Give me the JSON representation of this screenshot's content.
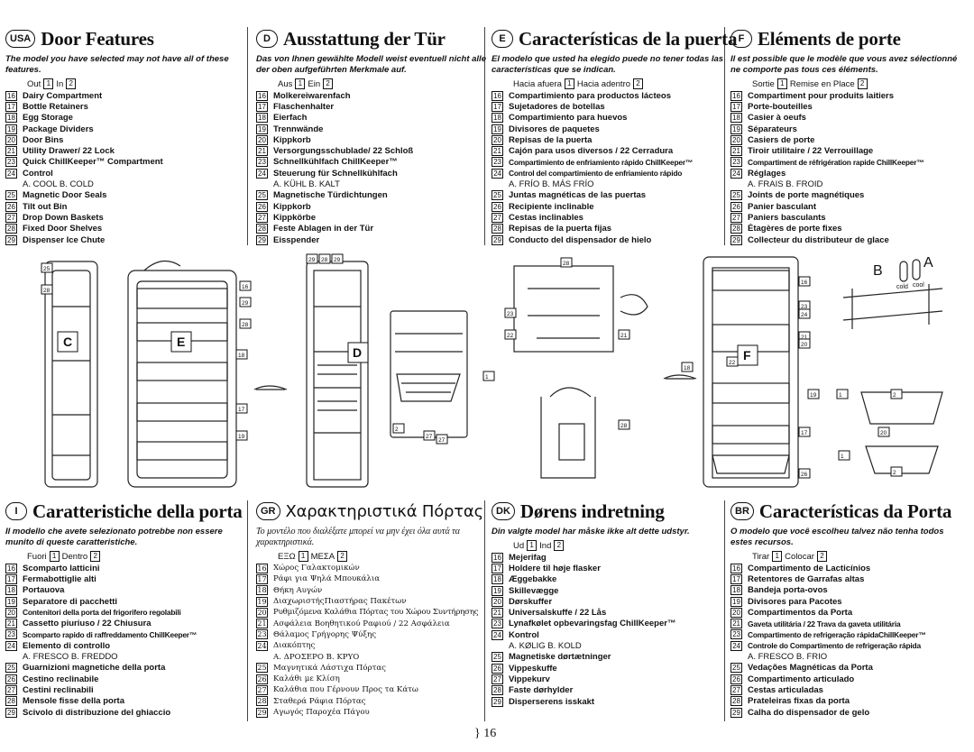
{
  "page_number": "} 16",
  "sections": {
    "usa": {
      "badge": "USA",
      "title": "Door Features",
      "subtitle": "The model you have selected may not have all of these features.",
      "outin": [
        "Out",
        "1",
        "In",
        "2"
      ],
      "items": [
        {
          "n": "16",
          "t": "Dairy Compartment"
        },
        {
          "n": "17",
          "t": "Bottle Retainers"
        },
        {
          "n": "18",
          "t": "Egg Storage"
        },
        {
          "n": "19",
          "t": "Package Dividers"
        },
        {
          "n": "20",
          "t": "Door Bins"
        },
        {
          "n": "21",
          "t": "Utility Drawer/ 22 Lock"
        },
        {
          "n": "23",
          "t": "Quick ChillKeeper™ Compartment"
        },
        {
          "n": "24",
          "t": "Control"
        },
        {
          "n": "",
          "t": "A.   COOL     B.   COLD"
        },
        {
          "n": "25",
          "t": "Magnetic Door Seals"
        },
        {
          "n": "26",
          "t": "Tilt out Bin"
        },
        {
          "n": "27",
          "t": "Drop Down Baskets"
        },
        {
          "n": "28",
          "t": "Fixed Door Shelves"
        },
        {
          "n": "29",
          "t": "Dispenser Ice Chute"
        }
      ]
    },
    "de": {
      "badge": "D",
      "title": "Ausstattung der Tür",
      "subtitle": "Das von Ihnen gewählte Modell weist eventuell nicht alle der oben aufgeführten Merkmale auf.",
      "outin": [
        "Aus",
        "1",
        "Ein",
        "2"
      ],
      "items": [
        {
          "n": "16",
          "t": "Molkereiwarenfach"
        },
        {
          "n": "17",
          "t": "Flaschenhalter"
        },
        {
          "n": "18",
          "t": "Eierfach"
        },
        {
          "n": "19",
          "t": "Trennwände"
        },
        {
          "n": "20",
          "t": "Kippkorb"
        },
        {
          "n": "21",
          "t": "Versorgungsschublade/ 22 Schloß"
        },
        {
          "n": "23",
          "t": "Schnellkühlfach ChillKeeper™"
        },
        {
          "n": "24",
          "t": "Steuerung für Schnellkühlfach"
        },
        {
          "n": "",
          "t": "A.   KÜHL     B.   KALT"
        },
        {
          "n": "25",
          "t": "Magnetische Türdichtungen"
        },
        {
          "n": "26",
          "t": "Kippkorb"
        },
        {
          "n": "27",
          "t": "Kippkörbe"
        },
        {
          "n": "28",
          "t": "Feste Ablagen in der Tür"
        },
        {
          "n": "29",
          "t": "Eisspender"
        }
      ]
    },
    "es": {
      "badge": "E",
      "title": "Características de la puerta",
      "subtitle": "El modelo que usted ha elegido puede no tener todas las características que se indican.",
      "outin": [
        "Hacia afuera",
        "1",
        "Hacia adentro",
        "2"
      ],
      "items": [
        {
          "n": "16",
          "t": "Compartimiento para productos lácteos"
        },
        {
          "n": "17",
          "t": "Sujetadores de botellas"
        },
        {
          "n": "18",
          "t": "Compartimiento para huevos"
        },
        {
          "n": "19",
          "t": "Divisores de paquetes"
        },
        {
          "n": "20",
          "t": "Repisas de la puerta"
        },
        {
          "n": "21",
          "t": "Cajón para usos diversos / 22 Cerradura"
        },
        {
          "n": "23",
          "t": "Compartimiento de enfriamiento rápido ChillKeeper™"
        },
        {
          "n": "24",
          "t": "Control del compartimiento de enfriamiento rápido"
        },
        {
          "n": "",
          "t": "A.   FRÍO     B.   MÁS FRÍO"
        },
        {
          "n": "25",
          "t": "Juntas magnéticas de las puertas"
        },
        {
          "n": "26",
          "t": "Recipiente inclinable"
        },
        {
          "n": "27",
          "t": "Cestas inclinables"
        },
        {
          "n": "28",
          "t": "Repisas de la puerta fijas"
        },
        {
          "n": "29",
          "t": "Conducto del dispensador de hielo"
        }
      ]
    },
    "fr": {
      "badge": "F",
      "title": "Eléments de porte",
      "subtitle": "Il est possible que le modèle que vous avez sélectionné ne comporte pas tous ces éléments.",
      "outin": [
        "Sortie",
        "1",
        "Remise en Place",
        "2"
      ],
      "items": [
        {
          "n": "16",
          "t": "Compartiment pour produits laitiers"
        },
        {
          "n": "17",
          "t": "Porte-bouteilles"
        },
        {
          "n": "18",
          "t": "Casier à oeufs"
        },
        {
          "n": "19",
          "t": "Séparateurs"
        },
        {
          "n": "20",
          "t": "Casiers de porte"
        },
        {
          "n": "21",
          "t": "Tiroir utilitaire / 22 Verrouillage"
        },
        {
          "n": "23",
          "t": "Compartiment de réfrigération rapide ChillKeeper™"
        },
        {
          "n": "24",
          "t": "Réglages"
        },
        {
          "n": "",
          "t": "A.   FRAIS     B.   FROID"
        },
        {
          "n": "25",
          "t": "Joints de porte magnétiques"
        },
        {
          "n": "26",
          "t": "Panier basculant"
        },
        {
          "n": "27",
          "t": "Paniers basculants"
        },
        {
          "n": "28",
          "t": "Étagères de porte fixes"
        },
        {
          "n": "29",
          "t": "Collecteur du distributeur de glace"
        }
      ]
    },
    "it": {
      "badge": "I",
      "title": "Caratteristiche della porta",
      "subtitle": "Il modello che avete selezionato potrebbe non essere munito di queste caratteristiche.",
      "outin": [
        "Fuori",
        "1",
        "Dentro",
        "2"
      ],
      "items": [
        {
          "n": "16",
          "t": "Scomparto latticini"
        },
        {
          "n": "17",
          "t": "Fermabottiglie alti"
        },
        {
          "n": "18",
          "t": "Portauova"
        },
        {
          "n": "19",
          "t": "Separatore di pacchetti"
        },
        {
          "n": "20",
          "t": "Contenitori della porta del frigorifero regolabili"
        },
        {
          "n": "21",
          "t": "Cassetto piuriuso / 22 Chiusura"
        },
        {
          "n": "23",
          "t": "Scomparto rapido di raffreddamento ChillKeeper™"
        },
        {
          "n": "24",
          "t": "Elemento di controllo"
        },
        {
          "n": "",
          "t": "A.   FRESCO     B.   FREDDO"
        },
        {
          "n": "25",
          "t": "Guarnizioni magnetiche della porta"
        },
        {
          "n": "26",
          "t": "Cestino reclinabile"
        },
        {
          "n": "27",
          "t": "Cestini reclinabili"
        },
        {
          "n": "28",
          "t": "Mensole fisse della porta"
        },
        {
          "n": "29",
          "t": "Scivolo di distribuzione del ghiaccio"
        }
      ]
    },
    "gr": {
      "badge": "GR",
      "title": "Χαρακτηριστικά Πόρτας",
      "subtitle": "Το μοντέλο που διαλέξατε μπορεί να μην έχει όλα αυτά τα χαρακτηριστικά.",
      "outin": [
        "ΕΞΩ",
        "1",
        "ΜΕΣΑ",
        "2"
      ],
      "items": [
        {
          "n": "16",
          "t": "Χώρος Γαλακτομικών"
        },
        {
          "n": "17",
          "t": "Ράφι για Ψηλά Μπουκάλια"
        },
        {
          "n": "18",
          "t": "Θήκη Αυγών"
        },
        {
          "n": "19",
          "t": "ΔιαχωριστήςΠιαστήρας Πακέτων"
        },
        {
          "n": "20",
          "t": "Ρυθμιζόμενα Καλάθια Πόρτας του Χώρου Συντήρησης"
        },
        {
          "n": "21",
          "t": "Ασφάλεια Βοηθητικού Ραφιού / 22 Ασφάλεια"
        },
        {
          "n": "23",
          "t": "Θάλαμος Γρήγορης Ψύξης"
        },
        {
          "n": "24",
          "t": "Διακόπτης"
        },
        {
          "n": "",
          "t": "A.   ΔΡΟΣΕΡΟ     B.   ΚΡΥΟ"
        },
        {
          "n": "25",
          "t": "Μαγνητικά Λάστιχα Πόρτας"
        },
        {
          "n": "26",
          "t": "Καλάθι με Κλίση"
        },
        {
          "n": "27",
          "t": "Καλάθια που Γέρνουν Προς τα Κάτω"
        },
        {
          "n": "28",
          "t": "Σταθερά Ράφια Πόρτας"
        },
        {
          "n": "29",
          "t": "Αγωγός Παροχέα Πάγου"
        }
      ]
    },
    "dk": {
      "badge": "DK",
      "title": "Dørens indretning",
      "subtitle": "Din valgte model har måske ikke alt dette udstyr.",
      "outin": [
        "Ud",
        "1",
        "Ind",
        "2"
      ],
      "items": [
        {
          "n": "16",
          "t": "Mejerifag"
        },
        {
          "n": "17",
          "t": "Holdere til høje flasker"
        },
        {
          "n": "18",
          "t": "Æggebakke"
        },
        {
          "n": "19",
          "t": "Skillevægge"
        },
        {
          "n": "20",
          "t": "Dørskuffer"
        },
        {
          "n": "21",
          "t": "Universalskuffe / 22 Lås"
        },
        {
          "n": "23",
          "t": "Lynafkølet opbevaringsfag ChillKeeper™"
        },
        {
          "n": "24",
          "t": "Kontrol"
        },
        {
          "n": "",
          "t": "A.   KØLIG     B.   KOLD"
        },
        {
          "n": "25",
          "t": "Magnetiske dørtætninger"
        },
        {
          "n": "26",
          "t": "Vippeskuffe"
        },
        {
          "n": "27",
          "t": "Vippekurv"
        },
        {
          "n": "28",
          "t": "Faste dørhylder"
        },
        {
          "n": "29",
          "t": "Disperserens isskakt"
        }
      ]
    },
    "br": {
      "badge": "BR",
      "title": "Características da Porta",
      "subtitle": "O modelo que você escolheu talvez não tenha todos estes recursos.",
      "outin": [
        "Tirar",
        "1",
        "Colocar",
        "2"
      ],
      "items": [
        {
          "n": "16",
          "t": "Compartimento de Lacticínios"
        },
        {
          "n": "17",
          "t": "Retentores de Garrafas altas"
        },
        {
          "n": "18",
          "t": "Bandeja porta-ovos"
        },
        {
          "n": "19",
          "t": "Divisores para Pacotes"
        },
        {
          "n": "20",
          "t": "Compartimentos da Porta"
        },
        {
          "n": "21",
          "t": "Gaveta utilitária / 22 Trava da gaveta utilitária"
        },
        {
          "n": "23",
          "t": "Compartimento de refrigeração rápidaChillKeeper™"
        },
        {
          "n": "24",
          "t": "Controle do Compartimento de refrigeração rápida"
        },
        {
          "n": "",
          "t": "A.   FRESCO     B.   FRIO"
        },
        {
          "n": "25",
          "t": "Vedações Magnéticas da Porta"
        },
        {
          "n": "26",
          "t": "Compartimento articulado"
        },
        {
          "n": "27",
          "t": "Cestas articuladas"
        },
        {
          "n": "28",
          "t": "Prateleiras fixas da porta"
        },
        {
          "n": "29",
          "t": "Calha do dispensador de gelo"
        }
      ]
    }
  },
  "figure": {
    "door_labels": [
      "C",
      "E",
      "D",
      "F"
    ],
    "callouts": [
      "25",
      "28",
      "16",
      "29",
      "28",
      "18",
      "17",
      "19",
      "29",
      "27",
      "28",
      "29",
      "2",
      "1",
      "27",
      "28",
      "23",
      "22",
      "21",
      "28",
      "16",
      "22",
      "23",
      "24",
      "21",
      "20",
      "19",
      "18",
      "17",
      "20",
      "26",
      "1",
      "2",
      "1",
      "2"
    ],
    "control": {
      "letter_b": "B",
      "letter_a": "A",
      "label_cold": "cold",
      "label_cool": "cool"
    }
  }
}
